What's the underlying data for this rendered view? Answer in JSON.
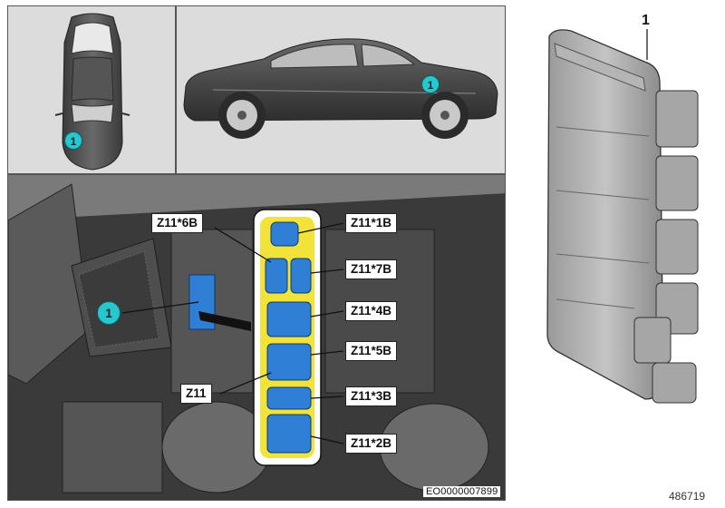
{
  "part_label": "1",
  "location_badge": "1",
  "callouts": {
    "z11_6b": "Z11*6B",
    "z11_1b": "Z11*1B",
    "z11_7b": "Z11*7B",
    "z11_4b": "Z11*4B",
    "z11_5b": "Z11*5B",
    "z11": "Z11",
    "z11_3b": "Z11*3B",
    "z11_2b": "Z11*2B"
  },
  "diagram_code": "EO0000007899",
  "catalog_number": "486719",
  "colors": {
    "badge": "#27c7cf",
    "connector": "#2f7fd6",
    "highlight": "#f2e33a",
    "car_body": "#4a4a4a"
  }
}
